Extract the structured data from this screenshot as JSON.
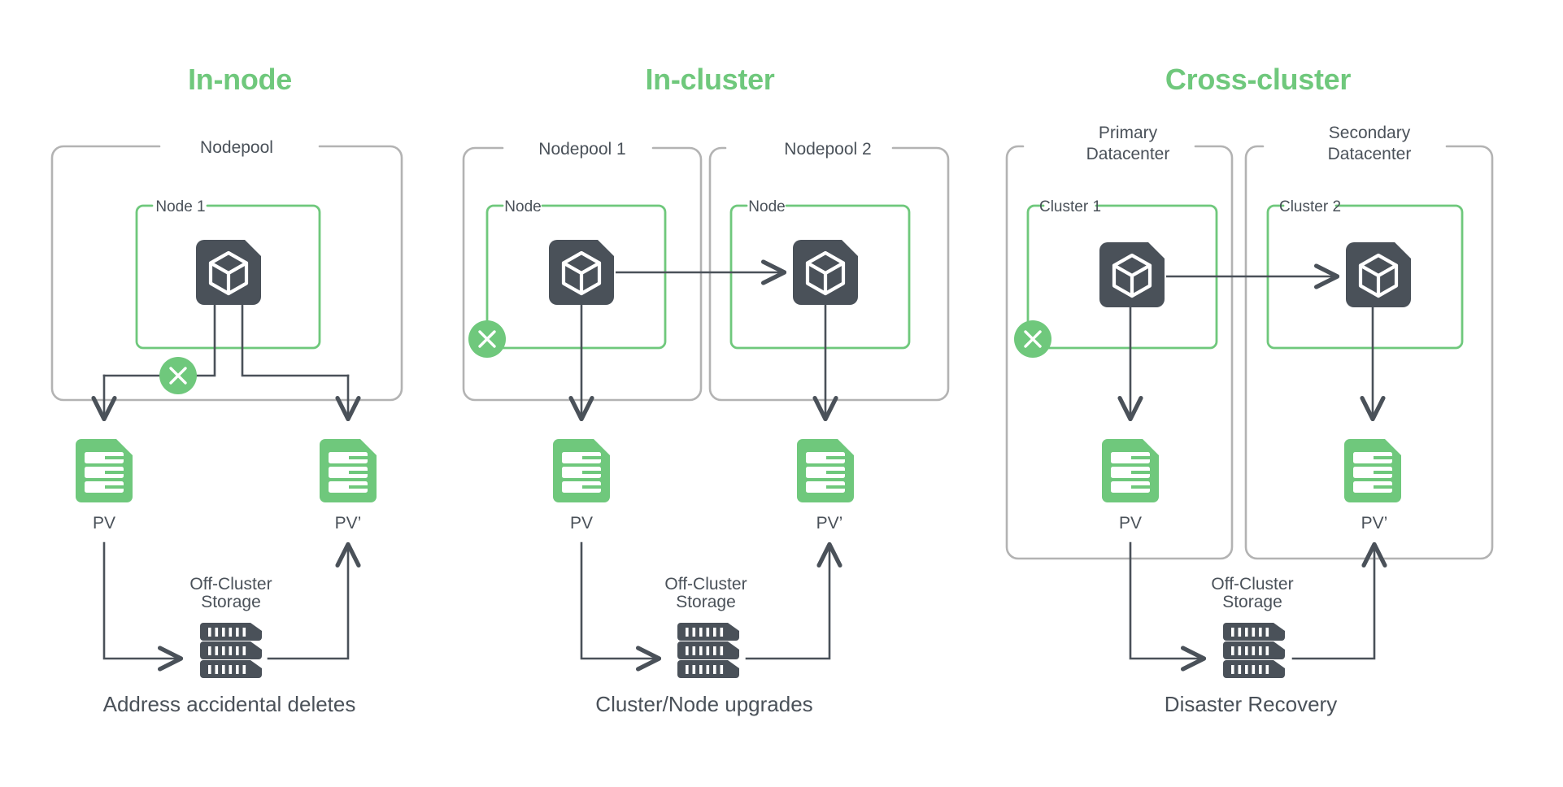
{
  "colors": {
    "green": "#6FC87C",
    "green_line": "#6FC87C",
    "dark_slate": "#4A5159",
    "gray_border": "#B3B3B3",
    "text_dark": "#4A5159",
    "white": "#FFFFFF"
  },
  "panels": [
    {
      "id": "in-node",
      "title": "In-node",
      "caption": "Address accidental deletes",
      "outer_boxes": [
        {
          "label": "Nodepool"
        }
      ],
      "inner_boxes": [
        {
          "label": "Node 1"
        }
      ],
      "node_icons": [
        {
          "name": "container-cube-icon"
        }
      ],
      "pv_items": [
        {
          "label": "PV"
        },
        {
          "label": "PV’"
        }
      ],
      "storage": {
        "label_line1": "Off-Cluster",
        "label_line2": "Storage",
        "icon": "server-stack-icon"
      },
      "delete_marker": {
        "name": "delete-x-icon",
        "glyph": "×"
      }
    },
    {
      "id": "in-cluster",
      "title": "In-cluster",
      "caption": "Cluster/Node upgrades",
      "outer_boxes": [
        {
          "label": "Nodepool 1"
        },
        {
          "label": "Nodepool 2"
        }
      ],
      "inner_boxes": [
        {
          "label": "Node"
        },
        {
          "label": "Node"
        }
      ],
      "node_icons": [
        {
          "name": "container-cube-icon"
        },
        {
          "name": "container-cube-icon"
        }
      ],
      "pv_items": [
        {
          "label": "PV"
        },
        {
          "label": "PV’"
        }
      ],
      "storage": {
        "label_line1": "Off-Cluster",
        "label_line2": "Storage",
        "icon": "server-stack-icon"
      },
      "delete_marker": {
        "name": "delete-x-icon",
        "glyph": "×"
      }
    },
    {
      "id": "cross-cluster",
      "title": "Cross-cluster",
      "caption": "Disaster Recovery",
      "outer_boxes": [
        {
          "label_line1": "Primary",
          "label_line2": "Datacenter"
        },
        {
          "label_line1": "Secondary",
          "label_line2": "Datacenter"
        }
      ],
      "inner_boxes": [
        {
          "label": "Cluster 1"
        },
        {
          "label": "Cluster 2"
        }
      ],
      "node_icons": [
        {
          "name": "container-cube-icon"
        },
        {
          "name": "container-cube-icon"
        }
      ],
      "pv_items": [
        {
          "label": "PV"
        },
        {
          "label": "PV’"
        }
      ],
      "storage": {
        "label_line1": "Off-Cluster",
        "label_line2": "Storage",
        "icon": "server-stack-icon"
      },
      "delete_marker": {
        "name": "delete-x-icon",
        "glyph": "×"
      }
    }
  ]
}
